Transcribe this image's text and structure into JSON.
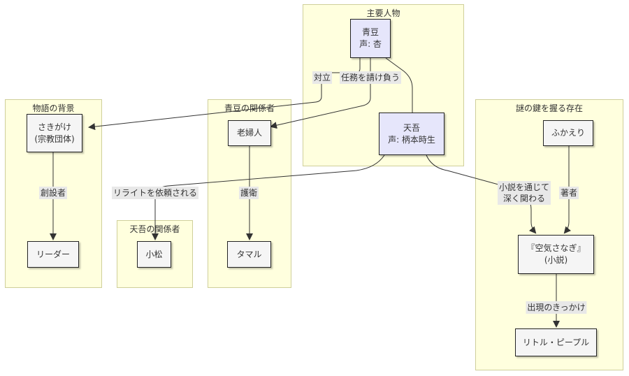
{
  "clusters": {
    "main": "主要人物",
    "background": "物語の背景",
    "aomame_related": "青豆の関係者",
    "tengo_related": "天吾の関係者",
    "mystery": "謎の鍵を握る存在"
  },
  "nodes": {
    "aomame": {
      "line1": "青豆",
      "line2": "声: 杏"
    },
    "tengo": {
      "line1": "天吾",
      "line2": "声: 柄本時生"
    },
    "sakigake": {
      "line1": "さきがけ",
      "line2": "(宗教団体)"
    },
    "leader": {
      "line1": "リーダー"
    },
    "old_lady": {
      "line1": "老婦人"
    },
    "tamaru": {
      "line1": "タマル"
    },
    "komatsu": {
      "line1": "小松"
    },
    "fukaeri": {
      "line1": "ふかえり"
    },
    "kuki_sanagi": {
      "line1": "『空気さなぎ』",
      "line2": "(小説)"
    },
    "little_people": {
      "line1": "リトル・ピープル"
    }
  },
  "edges": {
    "taiuritsu": "対立",
    "ninmu": "任務を請け負う",
    "sosetsusha": "創設者",
    "goei": "護衛",
    "rewrite": "リライトを依頼される",
    "shosetsu_line1": "小説を通じて",
    "shosetsu_line2": "深く関わる",
    "chosha": "著者",
    "kikkake": "出現のきっかけ"
  }
}
